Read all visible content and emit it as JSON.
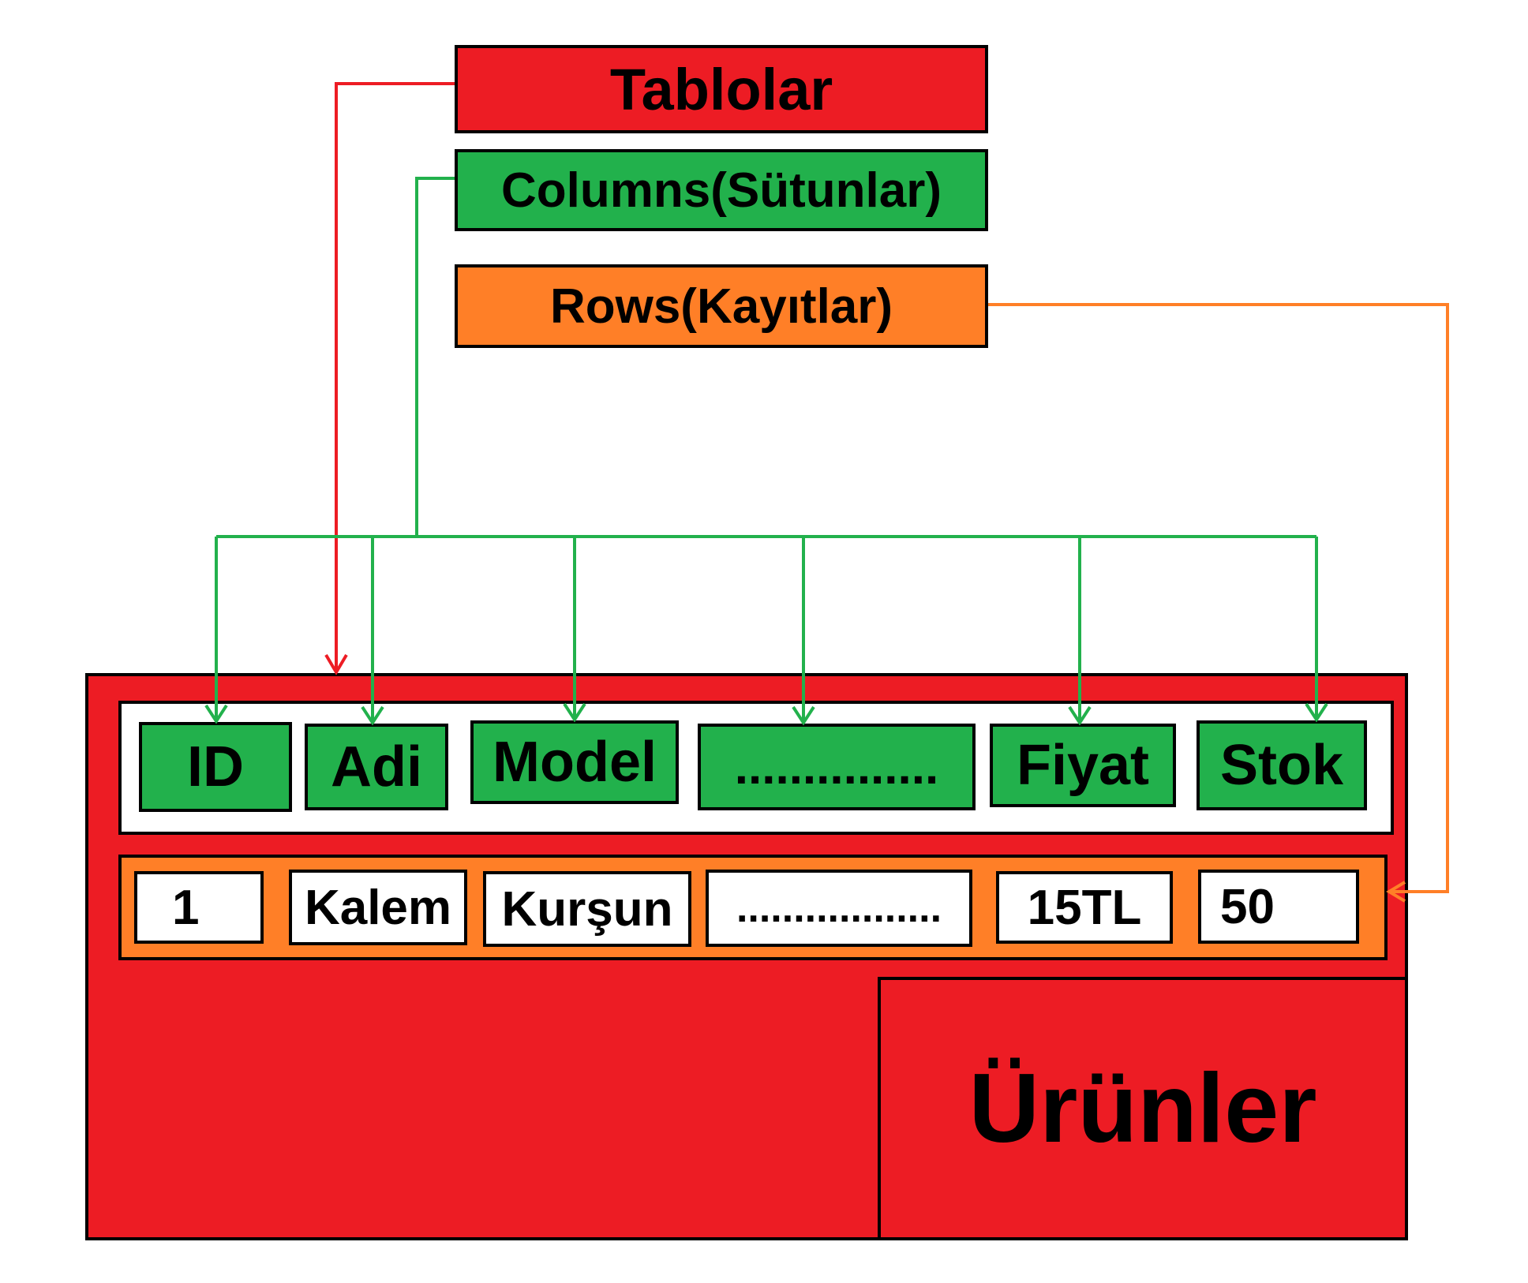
{
  "legend": {
    "tables_label": "Tablolar",
    "columns_label": "Columns(Sütunlar)",
    "rows_label": "Rows(Kayıtlar)"
  },
  "table": {
    "name": "Ürünler",
    "columns": [
      "ID",
      "Adi",
      "Model",
      "...............",
      "Fiyat",
      "Stok"
    ],
    "row": [
      "1",
      "Kalem",
      "Kurşun",
      "..................",
      "15TL",
      "50"
    ]
  },
  "colors": {
    "table_red": "#ed1c24",
    "column_green": "#22b14c",
    "row_orange": "#ff7f27",
    "outline": "#000000",
    "cell_white": "#ffffff"
  }
}
